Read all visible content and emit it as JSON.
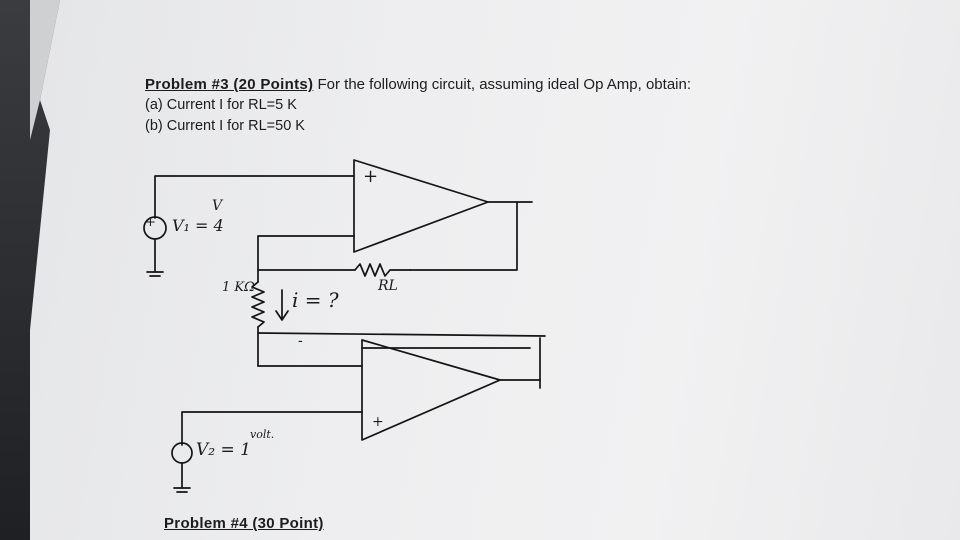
{
  "problem3": {
    "heading_label": "Problem #3 (20 Points)",
    "heading_text": "For the following circuit, assuming ideal Op Amp, obtain:",
    "part_a": "(a) Current I for RL=5 K",
    "part_b": "(b) Current I for RL=50 K"
  },
  "circuit": {
    "v1_unit": "V",
    "v1_label": "V₁ = 4",
    "v2_label": "V₂ = 1",
    "v2_unit": "volt.",
    "resistor_label": "1 KΩ",
    "load_label": "RL",
    "current_label": "i = ?",
    "plus_sign": "+",
    "minus_sign": "-"
  },
  "problem4": {
    "heading_label": "Problem #4 (30 Point)"
  }
}
